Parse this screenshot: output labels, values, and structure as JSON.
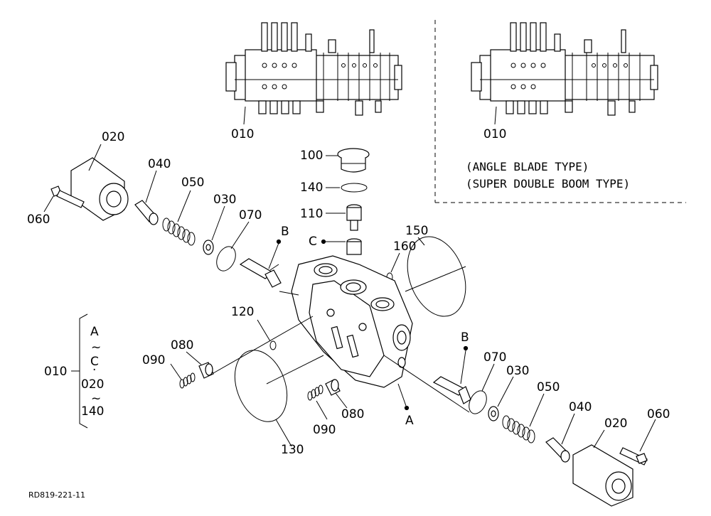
{
  "labels": {
    "p010_top_left": "010",
    "p010_top_right": "010",
    "p020_left": "020",
    "p020_right": "020",
    "p030_left": "030",
    "p030_right": "030",
    "p040_left": "040",
    "p040_right": "040",
    "p050_left": "050",
    "p050_right": "050",
    "p060_left": "060",
    "p060_right": "060",
    "p070_left": "070",
    "p070_right": "070",
    "p080_left": "080",
    "p080_right": "080",
    "p090_left": "090",
    "p090_right": "090",
    "p100": "100",
    "p110": "110",
    "p120": "120",
    "p130": "130",
    "p140": "140",
    "p150": "150",
    "p160": "160",
    "b_left": "B",
    "b_right": "B",
    "c_point": "C",
    "a_point": "A"
  },
  "notes": {
    "angle_blade": "(ANGLE BLADE TYPE)",
    "super_double_boom": "(SUPER DOUBLE BOOM TYPE)"
  },
  "group": {
    "label": "010",
    "line1": "A",
    "line2": "~",
    "line3": "C",
    "line4": "·",
    "line5": "020",
    "line6": "~",
    "line7": "140"
  },
  "drawing_code": "RD819-221-11"
}
